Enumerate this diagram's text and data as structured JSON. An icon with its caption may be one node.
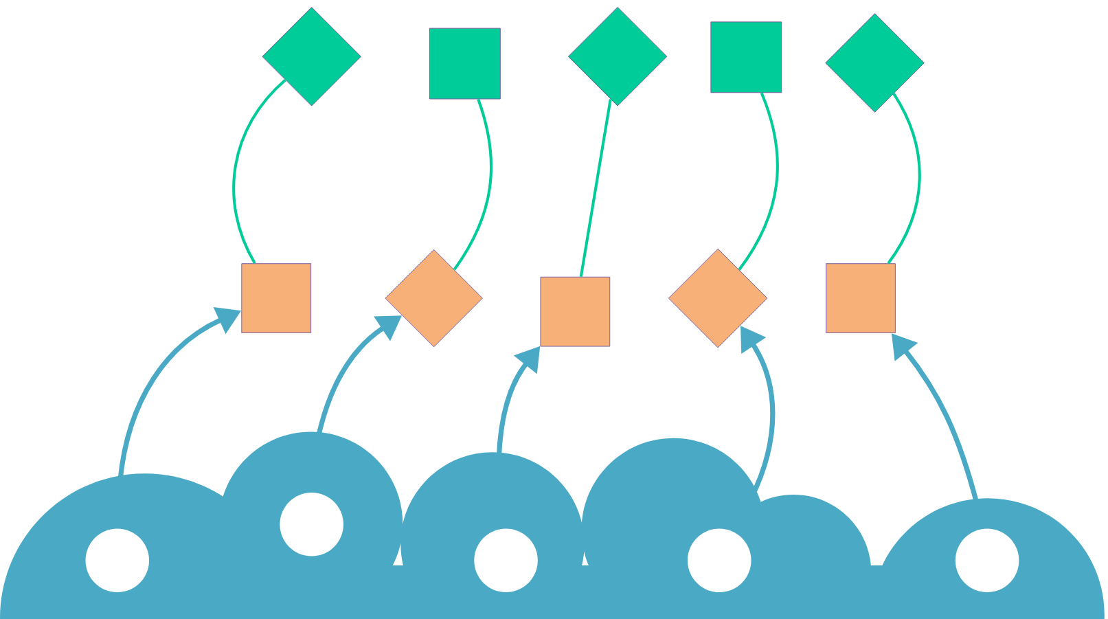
{
  "diagram": {
    "nodes": [
      {
        "text": [],
        "shape": "diamond"
      },
      {
        "text": [],
        "shape": "box"
      },
      {
        "text": [],
        "shape": "diamond"
      },
      {
        "text": [],
        "shape": "box"
      },
      {
        "text": [],
        "shape": "diamond"
      },
      {
        "text": [],
        "shape": "box"
      },
      {
        "text": [],
        "shape": "diamond"
      },
      {
        "text": [],
        "shape": "box"
      },
      {
        "text": [],
        "shape": "diamond"
      },
      {
        "text": [],
        "shape": "box"
      },
      {
        "text": [],
        "shape": "cloud"
      },
      {
        "text": [],
        "shape": "circle",
        "in": 10
      },
      {
        "text": [],
        "shape": "circle",
        "in": 10
      },
      {
        "text": [],
        "shape": "circle",
        "in": 10
      },
      {
        "text": [],
        "shape": "circle",
        "in": 10
      },
      {
        "text": [],
        "shape": "circle",
        "in": 10
      }
    ],
    "edges": [
      {
        "from": 0,
        "to": 5,
        "arrow": "none",
        "color": "#00cc99"
      },
      {
        "from": 1,
        "to": 6,
        "arrow": "none",
        "color": "#00cc99"
      },
      {
        "from": 2,
        "to": 7,
        "arrow": "none",
        "color": "#00cc99"
      },
      {
        "from": 3,
        "to": 8,
        "arrow": "none",
        "color": "#00cc99"
      },
      {
        "from": 4,
        "to": 9,
        "arrow": "none",
        "color": "#00cc99"
      },
      {
        "from": 10,
        "to": 5,
        "arrow": "to",
        "color": "#4aaac6"
      },
      {
        "from": 10,
        "to": 6,
        "arrow": "to",
        "color": "#4aaac6"
      },
      {
        "from": 10,
        "to": 7,
        "arrow": "to",
        "color": "#4aaac6"
      },
      {
        "from": 10,
        "to": 8,
        "arrow": "to",
        "color": "#4aaac6"
      },
      {
        "from": 10,
        "to": 9,
        "arrow": "to",
        "color": "#4aaac6"
      }
    ]
  }
}
